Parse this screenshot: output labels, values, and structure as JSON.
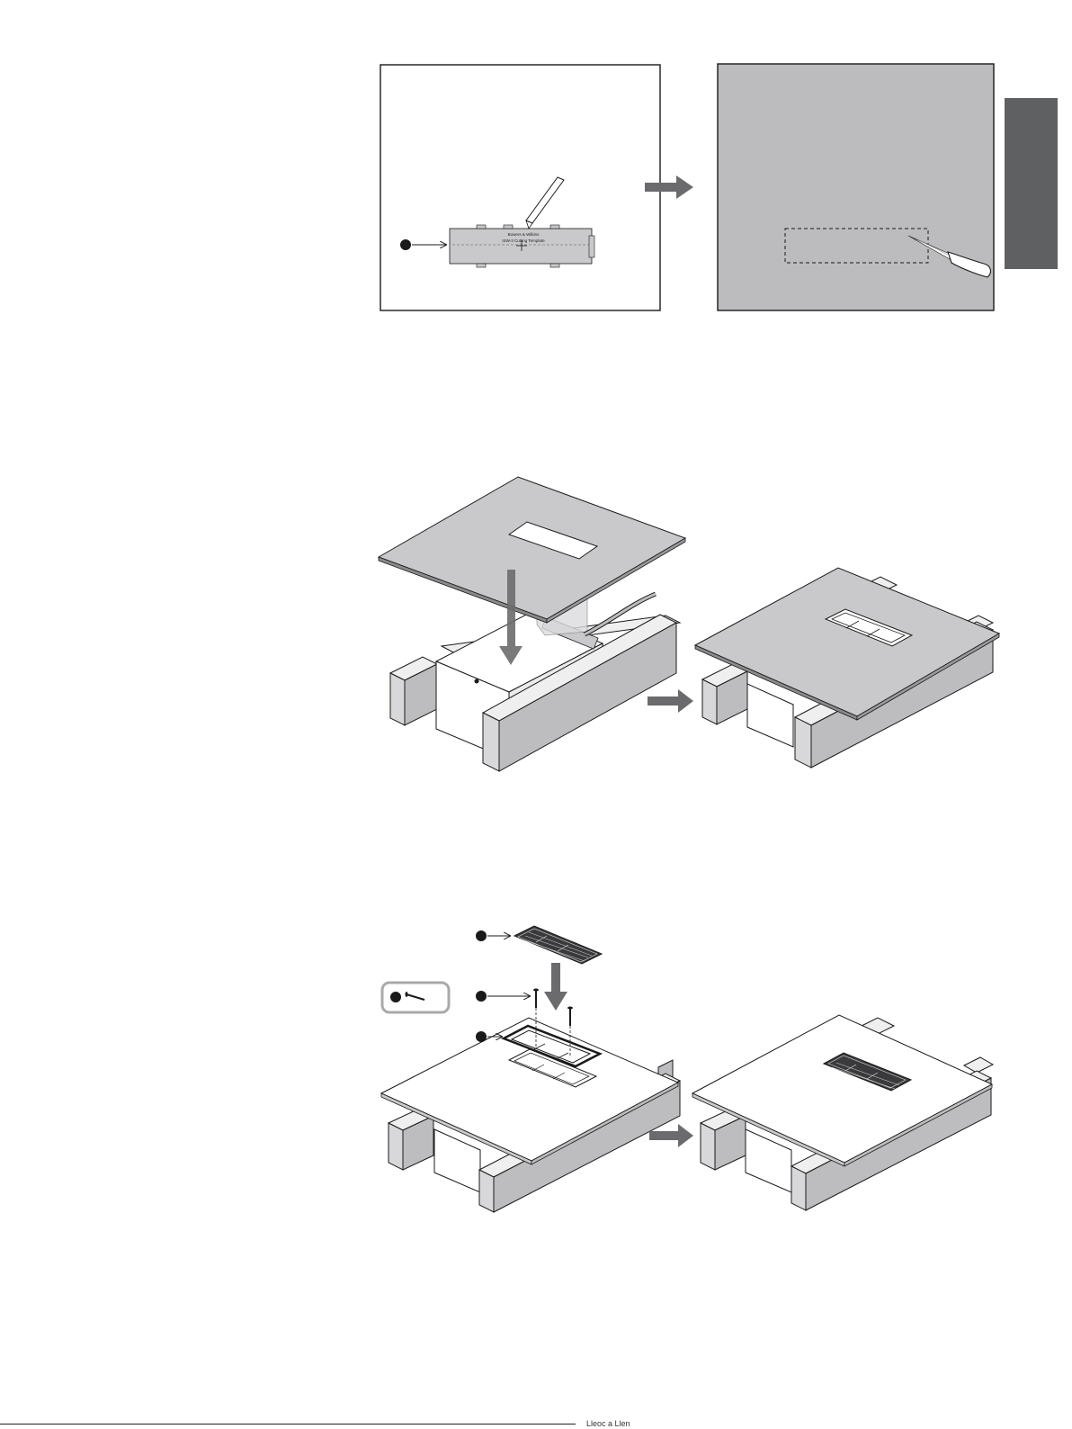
{
  "template": {
    "brand": "Bowers & Wilkins",
    "title": "ISW-3 Cutting Template"
  },
  "footer": {
    "text": "Lleoc a Llen"
  },
  "colors": {
    "line": "#1a1a1a",
    "board": "#c9c9cb",
    "wall_fill": "#bcbcbe",
    "tab": "#5f6062",
    "arrow": "#6b6b6d",
    "joist_front": "#d8d8da",
    "joist_top": "#efeff0",
    "joist_side": "#bdbdbf"
  },
  "icons": {
    "step_arrow": "right-arrow-icon",
    "callout": "callout-dot-icon",
    "pencil": "pencil-icon",
    "saw": "drywall-saw-icon",
    "screw": "screw-icon"
  }
}
